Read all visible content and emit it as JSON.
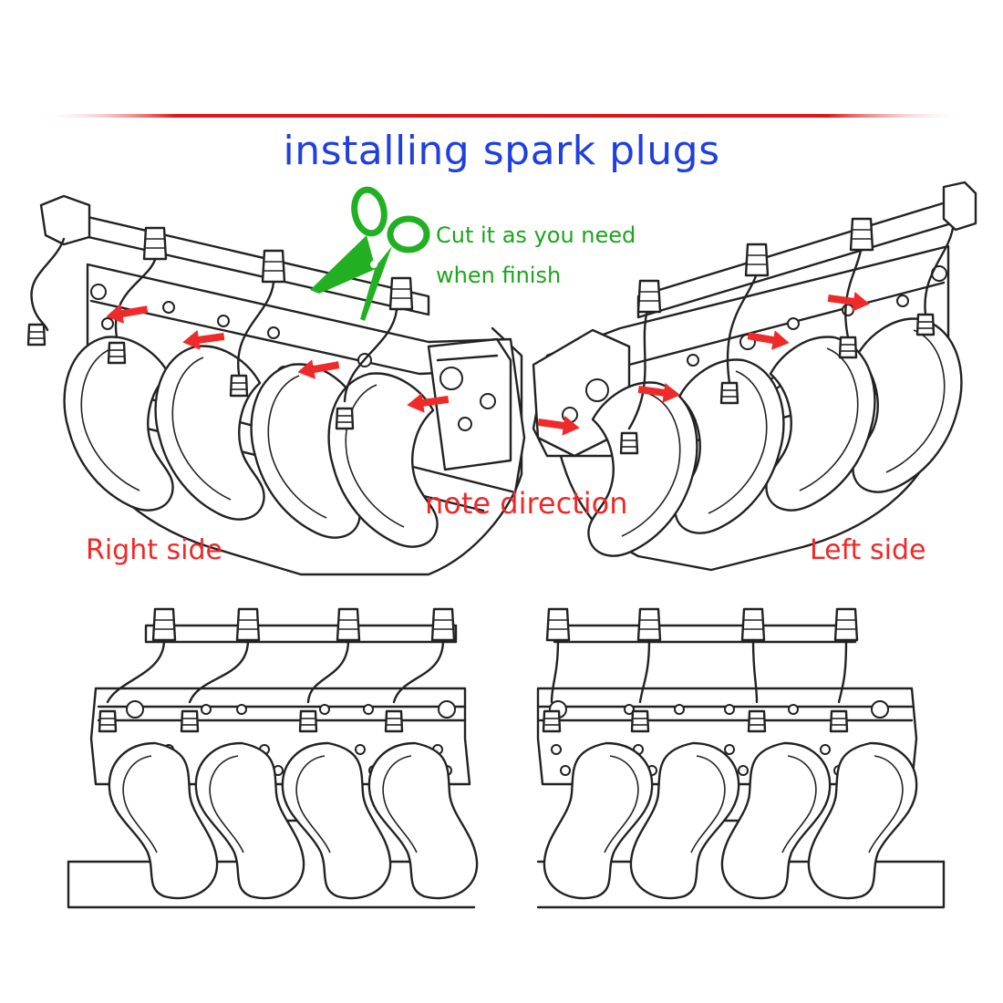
{
  "title": "installing spark plugs",
  "cut_note": {
    "line1": "Cut it as you need",
    "line2": "when finish"
  },
  "direction_note": "note direction",
  "labels": {
    "right_side": "Right side",
    "left_side": "Left side"
  },
  "colors": {
    "title": "#1f3fe0",
    "cut_note": "#1aa61a",
    "warning": "#f02828",
    "rule": "#e01515"
  },
  "icons": {
    "scissors": "scissors-icon",
    "direction_arrows": "red-direction-arrow"
  }
}
